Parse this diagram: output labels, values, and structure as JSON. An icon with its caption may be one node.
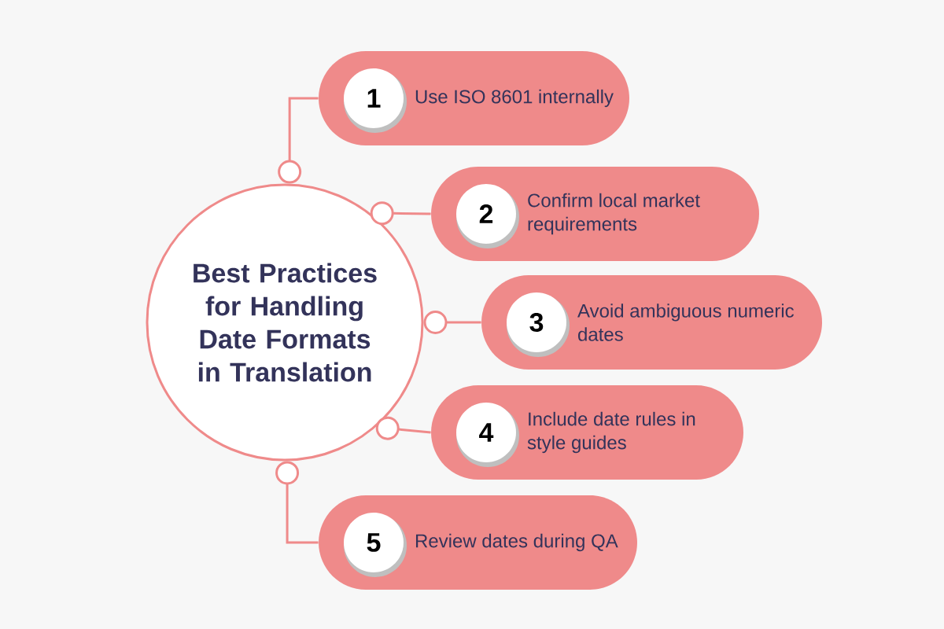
{
  "diagram": {
    "nodes": [
      {
        "text": [
          "Best Practices for Handling Date Formats in Translation"
        ]
      },
      {
        "text": [
          "Use ISO 8601 internally"
        ]
      },
      {
        "text": [
          "1"
        ],
        "in": 1
      },
      {
        "text": [
          "Confirm local market requirements"
        ]
      },
      {
        "text": [
          "2"
        ],
        "in": 3
      },
      {
        "text": [
          "Avoid ambiguous numeric dates"
        ]
      },
      {
        "text": [
          "3"
        ],
        "in": 5
      },
      {
        "text": [
          "Include date rules in style guides"
        ]
      },
      {
        "text": [
          "4"
        ],
        "in": 7
      },
      {
        "text": [
          "Review dates during QA"
        ]
      },
      {
        "text": [
          "5"
        ],
        "in": 9
      }
    ],
    "edges": [
      {
        "from": 0,
        "to": 1,
        "arrow": "other"
      },
      {
        "from": 0,
        "to": 3,
        "arrow": "other"
      },
      {
        "from": 0,
        "to": 5,
        "arrow": "other"
      },
      {
        "from": 0,
        "to": 7,
        "arrow": "other"
      },
      {
        "from": 0,
        "to": 9,
        "arrow": "other"
      }
    ]
  }
}
